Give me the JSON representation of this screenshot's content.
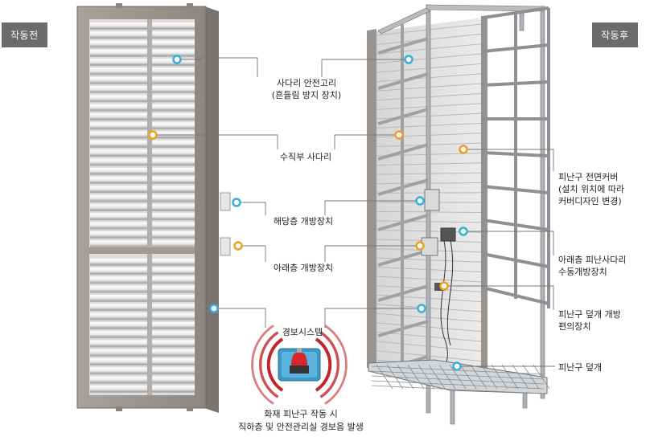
{
  "badges": {
    "before": "작동전",
    "after": "작동후"
  },
  "labels": {
    "ladder_anchor": [
      "사다리 안전고리",
      "(흔들림 방지 장치)"
    ],
    "vertical_ladder": [
      "수직부 사다리"
    ],
    "floor_opener": [
      "해당층 개방장치"
    ],
    "lower_opener": [
      "아래층 개방장치"
    ],
    "alarm": [
      "경보시스템"
    ],
    "front_cover": [
      "피난구 전면커버",
      "(설치 위치에 따라",
      "커버디자인 변경)"
    ],
    "lower_ladder": [
      "아래층 피난사다리",
      "수동개방장치"
    ],
    "hatch_aid": [
      "피난구 덮개 개방",
      "편의장치"
    ],
    "hatch_cover": [
      "피난구 덮개"
    ]
  },
  "alarm_caption": [
    "화재 피난구 작동 시",
    "직하층 및 안전관리실 경보음 발생"
  ],
  "colors": {
    "frame": "#9a9490",
    "frame_dark": "#6f6a66",
    "slat": "#f2f2f2",
    "slat_shadow": "#a9a9a9",
    "dot_blue": "#3aaee0",
    "dot_orange": "#f0a020",
    "leader": "#777777",
    "alarm_red": "#c2262b",
    "badge": "#6b6b6b"
  }
}
